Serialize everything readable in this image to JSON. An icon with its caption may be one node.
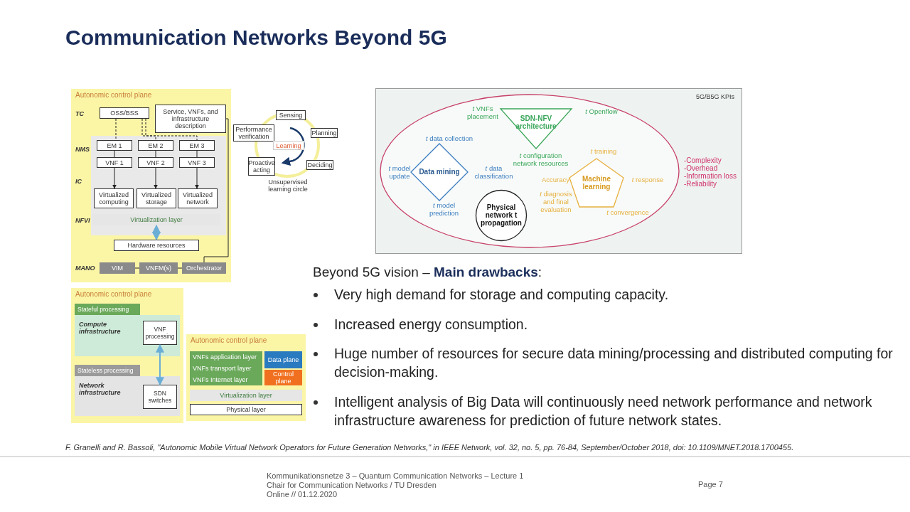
{
  "diagram": {
    "title": "Communication Networks Beyond 5G",
    "nodes": [
      {
        "text": [
          "Autonomic control plane"
        ]
      },
      {
        "text": [
          "OSS/BSS"
        ],
        "in": 0
      },
      {
        "text": [
          "Service, VNFs, and infrastructure description"
        ],
        "in": 0
      },
      {
        "text": [
          "EM 1"
        ],
        "in": 0
      },
      {
        "text": [
          "VNF 1"
        ],
        "in": 0
      },
      {
        "text": [
          "EM 2"
        ],
        "in": 0
      },
      {
        "text": [
          "VNF 2"
        ],
        "in": 0
      },
      {
        "text": [
          "EM 3"
        ],
        "in": 0
      },
      {
        "text": [
          "VNF 3"
        ],
        "in": 0
      },
      {
        "text": [
          "Virtualized computing"
        ],
        "in": 0
      },
      {
        "text": [
          "Virtualized storage"
        ],
        "in": 0
      },
      {
        "text": [
          "Virtualized network"
        ],
        "in": 0
      },
      {
        "text": [
          "Virtualization layer"
        ],
        "in": 0
      },
      {
        "text": [
          "Hardware resources"
        ],
        "in": 0
      },
      {
        "text": [
          "VIM"
        ],
        "in": 0
      },
      {
        "text": [
          "VNFM(s)"
        ],
        "in": 0
      },
      {
        "text": [
          "Orchestrator"
        ],
        "in": 0
      },
      {
        "text": [
          "Autonomic control plane"
        ]
      },
      {
        "text": [
          "Stateful processing"
        ],
        "in": 17
      },
      {
        "text": [
          "Compute infrastructure"
        ],
        "in": 17
      },
      {
        "text": [
          "VNF processing"
        ],
        "in": 19
      },
      {
        "text": [
          "Stateless processing"
        ],
        "in": 17
      },
      {
        "text": [
          "Network infrastructure"
        ],
        "in": 17
      },
      {
        "text": [
          "SDN switches"
        ],
        "in": 22
      },
      {
        "text": [
          "Autonomic control plane"
        ]
      },
      {
        "text": [
          "VNFs application layer"
        ],
        "in": 24
      },
      {
        "text": [
          "VNFs transport layer"
        ],
        "in": 24
      },
      {
        "text": [
          "VNFs Internet layer"
        ],
        "in": 24
      },
      {
        "text": [
          "Data plane"
        ],
        "in": 24
      },
      {
        "text": [
          "Control plane"
        ],
        "in": 24
      },
      {
        "text": [
          "Virtualization layer"
        ],
        "in": 24
      },
      {
        "text": [
          "Physical layer"
        ],
        "in": 24
      },
      {
        "text": [
          "Sensing"
        ]
      },
      {
        "text": [
          "Planning"
        ]
      },
      {
        "text": [
          "Deciding"
        ]
      },
      {
        "text": [
          "Proactive acting"
        ]
      },
      {
        "text": [
          "Performance verification"
        ]
      },
      {
        "text": [
          "Learning"
        ]
      },
      {
        "text": [
          "5G/B5G KPIs"
        ]
      },
      {
        "text": [],
        "shape": "ellipse",
        "in": 38
      },
      {
        "text": [
          "SDN-NFV architecture"
        ],
        "in": 39,
        "beside": [
          "*t* VNFs placement",
          "*t* Openflow",
          "*t* configuration network resources"
        ]
      },
      {
        "text": [
          "Data mining"
        ],
        "in": 39,
        "beside": [
          "*t* data collection",
          "*t* model update",
          "*t* data classification",
          "*t* model prediction"
        ]
      },
      {
        "text": [
          "Machine learning"
        ],
        "in": 39,
        "beside": [
          "*t* training",
          "Accuracy",
          "*t* response",
          "*t* diagnosis and final evaluation",
          "*t* convergence"
        ]
      },
      {
        "text": [
          "Physical network t propagation"
        ],
        "in": 39
      }
    ],
    "edges": [
      {
        "from": 1,
        "to": 3,
        "arrow": "none",
        "style": "dashed"
      },
      {
        "from": 1,
        "to": 5,
        "arrow": "none",
        "style": "dashed"
      },
      {
        "from": 1,
        "to": 7,
        "arrow": "none",
        "style": "dashed"
      },
      {
        "from": 3,
        "to": 4,
        "arrow": "none"
      },
      {
        "from": 5,
        "to": 6,
        "arrow": "none"
      },
      {
        "from": 7,
        "to": 8,
        "arrow": "none"
      },
      {
        "from": 4,
        "to": 9,
        "arrow": "to"
      },
      {
        "from": 6,
        "to": 10,
        "arrow": "to"
      },
      {
        "from": 8,
        "to": 11,
        "arrow": "to"
      },
      {
        "from": 12,
        "to": 13,
        "arrow": "both",
        "color": "#6aaed6"
      },
      {
        "from": 2,
        "to": 16,
        "arrow": "none"
      },
      {
        "from": 16,
        "to": 15,
        "arrow": "none"
      },
      {
        "from": 15,
        "to": 14,
        "arrow": "none"
      },
      {
        "from": 20,
        "to": 23,
        "arrow": "both",
        "color": "#6aaed6"
      }
    ],
    "labels": [
      "TC",
      "NMS",
      "IC",
      "NFVI",
      "MANO",
      "Unsupervised learning circle",
      "-Complexity",
      "-Overhead",
      "-Information loss",
      "-Reliability",
      "Beyond 5G vision – **Main drawbacks**:",
      "Very high demand for storage and computing capacity.",
      "Increased energy consumption.",
      "Huge number of resources for secure data mining/processing and distributed computing for decision-making.",
      "Intelligent analysis of Big Data will continuously need network performance and network infrastructure awareness for prediction of future network states.",
      "F. Granelli and R. Bassoli, \"Autonomic Mobile Virtual Network Operators for Future Generation Networks,\" in IEEE Network, vol. 32, no. 5, pp. 76-84, September/October 2018, doi: 10.1109/MNET.2018.1700455.",
      "Kommunikationsnetze 3 – Quantum Communication Networks – Lecture 1",
      "Chair for Communication Networks / TU Dresden",
      "Online // 01.12.2020",
      "Page 7"
    ]
  }
}
